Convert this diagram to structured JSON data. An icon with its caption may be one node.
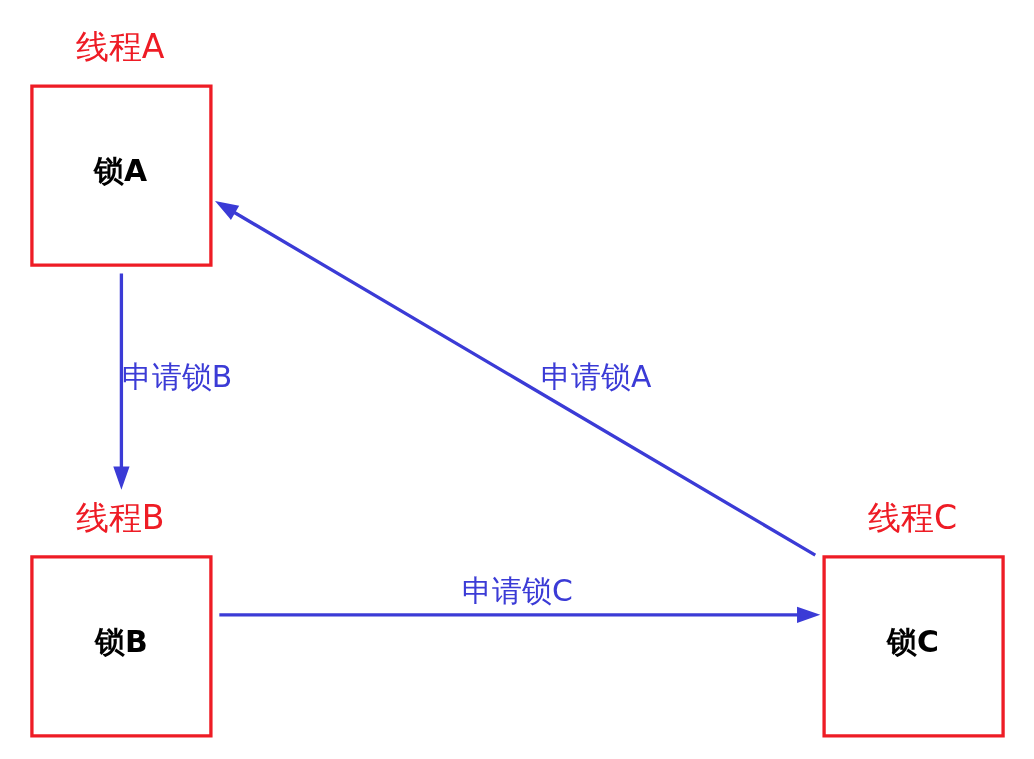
{
  "diagram": {
    "nodes": [
      {
        "text": [
          "线程A",
          "锁A"
        ]
      },
      {
        "text": [
          "线程B",
          "锁B"
        ]
      },
      {
        "text": [
          "线程C",
          "锁C"
        ]
      }
    ],
    "edges": [
      {
        "from": 0,
        "to": 1,
        "arrow": "to",
        "label": "申请锁B"
      },
      {
        "from": 1,
        "to": 2,
        "arrow": "to",
        "label": "申请锁C"
      },
      {
        "from": 2,
        "to": 0,
        "arrow": "to",
        "label": "申请锁A"
      }
    ]
  }
}
